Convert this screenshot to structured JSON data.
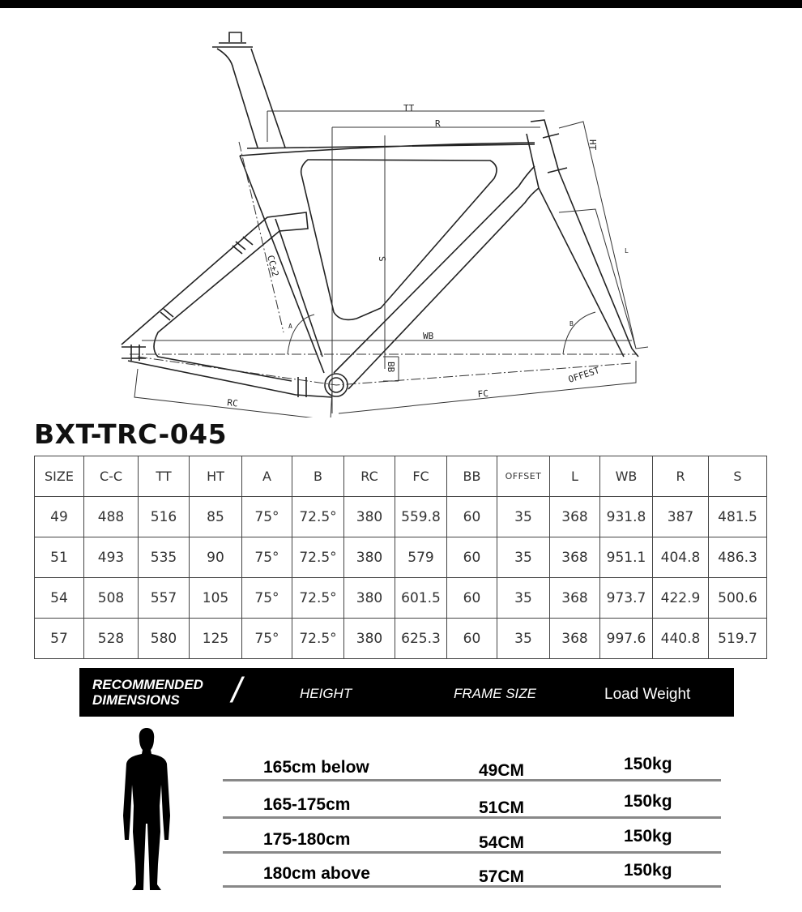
{
  "drawing": {
    "labels": {
      "tt": "TT",
      "r": "R",
      "ht": "HT",
      "s": "S",
      "cc": "CC±2",
      "a": "A",
      "b": "B",
      "l": "L",
      "wb": "WB",
      "bb": "BB",
      "rc": "RC",
      "fc": "FC",
      "offset": "OFFEST"
    }
  },
  "model_title": "BXT-TRC-045",
  "geometry_table": {
    "headers": [
      "SIZE",
      "C-C",
      "TT",
      "HT",
      "A",
      "B",
      "RC",
      "FC",
      "BB",
      "OFFSET",
      "L",
      "WB",
      "R",
      "S"
    ],
    "rows": [
      [
        "49",
        "488",
        "516",
        "85",
        "75°",
        "72.5°",
        "380",
        "559.8",
        "60",
        "35",
        "368",
        "931.8",
        "387",
        "481.5"
      ],
      [
        "51",
        "493",
        "535",
        "90",
        "75°",
        "72.5°",
        "380",
        "579",
        "60",
        "35",
        "368",
        "951.1",
        "404.8",
        "486.3"
      ],
      [
        "54",
        "508",
        "557",
        "105",
        "75°",
        "72.5°",
        "380",
        "601.5",
        "60",
        "35",
        "368",
        "973.7",
        "422.9",
        "500.6"
      ],
      [
        "57",
        "528",
        "580",
        "125",
        "75°",
        "72.5°",
        "380",
        "625.3",
        "60",
        "35",
        "368",
        "997.6",
        "440.8",
        "519.7"
      ]
    ]
  },
  "recommended": {
    "title_line1": "RECOMMENDED",
    "title_line2": "DIMENSIONS",
    "slash": "/",
    "col_height": "HEIGHT",
    "col_frame_size": "FRAME SIZE",
    "col_load_weight": "Load Weight",
    "rows": [
      {
        "height": "165cm below",
        "frame": "49CM",
        "weight": "150kg"
      },
      {
        "height": "165-175cm",
        "frame": "51CM",
        "weight": "150kg"
      },
      {
        "height": "175-180cm",
        "frame": "54CM",
        "weight": "150kg"
      },
      {
        "height": "180cm above",
        "frame": "57CM",
        "weight": "150kg"
      }
    ]
  }
}
